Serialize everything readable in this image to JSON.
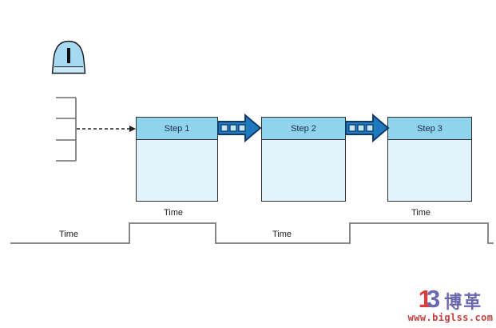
{
  "diagram": {
    "kind": "value-stream-map",
    "background": "#ffffff"
  },
  "inventory_icon": {
    "glyph": "I",
    "fill": "#a7daf2",
    "band_fill": "#c6e8f7",
    "outline": "#1a1a1a"
  },
  "schedule_bracket": {
    "tick_count": 4,
    "line_color": "#6e6e6e"
  },
  "steps": [
    {
      "label": "Step 1"
    },
    {
      "label": "Step 2"
    },
    {
      "label": "Step 3"
    }
  ],
  "step_style": {
    "header_color": "#8fd3ed",
    "body_color": "#e2f3fb",
    "border_color": "#303030",
    "label_color": "#1b2a4a"
  },
  "push_arrow": {
    "fill": "#1e7abf",
    "outline": "#123a66",
    "segment_fill": "#c3e6f5",
    "segment_count": 3
  },
  "time_labels": {
    "upper": [
      {
        "text": "Time"
      },
      {
        "text": "Time"
      }
    ],
    "lower": [
      {
        "text": "Time"
      },
      {
        "text": "Time"
      }
    ]
  },
  "timeline": {
    "line_color": "#7a7a7a"
  },
  "logo": {
    "mark_red_glyph": "1",
    "mark_blue_glyph": "3",
    "company_name": "博革",
    "website": "www.biglss.com",
    "blue": "#6b69ad",
    "red": "#c4403c"
  }
}
